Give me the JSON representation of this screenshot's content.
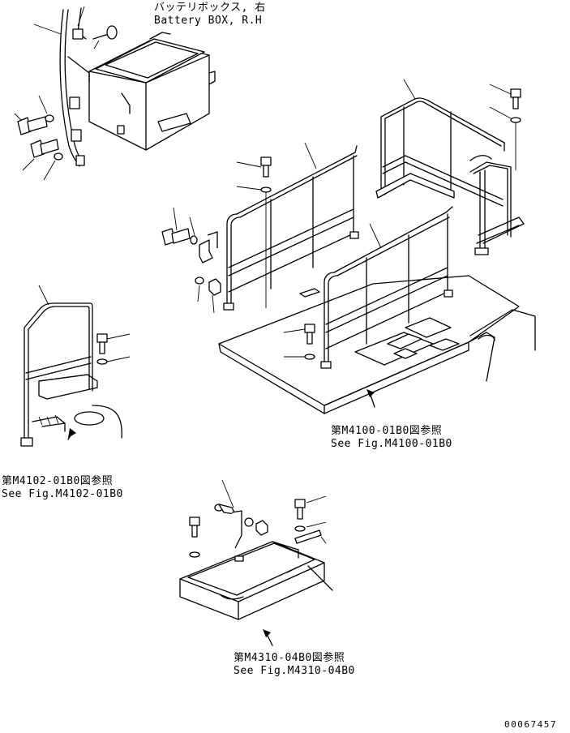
{
  "labels": {
    "battery_jp": "バッテリボックス, 右",
    "battery_en": "Battery BOX, R.H",
    "ref1_jp": "第M4100-01B0図参照",
    "ref1_en": "See Fig.M4100-01B0",
    "ref2_jp": "第M4102-01B0図参照",
    "ref2_en": "See Fig.M4102-01B0",
    "ref3_jp": "第M4310-04B0図参照",
    "ref3_en": "See Fig.M4310-04B0",
    "drawing_no": "00067457"
  }
}
